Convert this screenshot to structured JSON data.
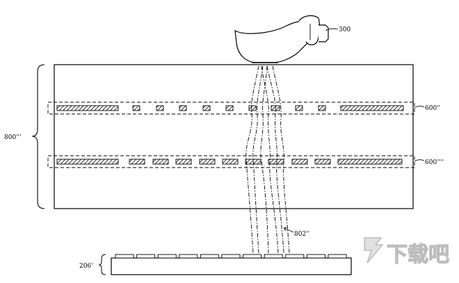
{
  "labels": {
    "finger": "300",
    "stack": "800'''",
    "layer_upper": "600''",
    "layer_lower": "600''''",
    "light_path": "802''",
    "sensor": "206'"
  },
  "watermark": {
    "text": "下载吧",
    "logo": "logo-mark"
  },
  "colors": {
    "line": "#000000",
    "watermark": "#d9d9d9"
  }
}
